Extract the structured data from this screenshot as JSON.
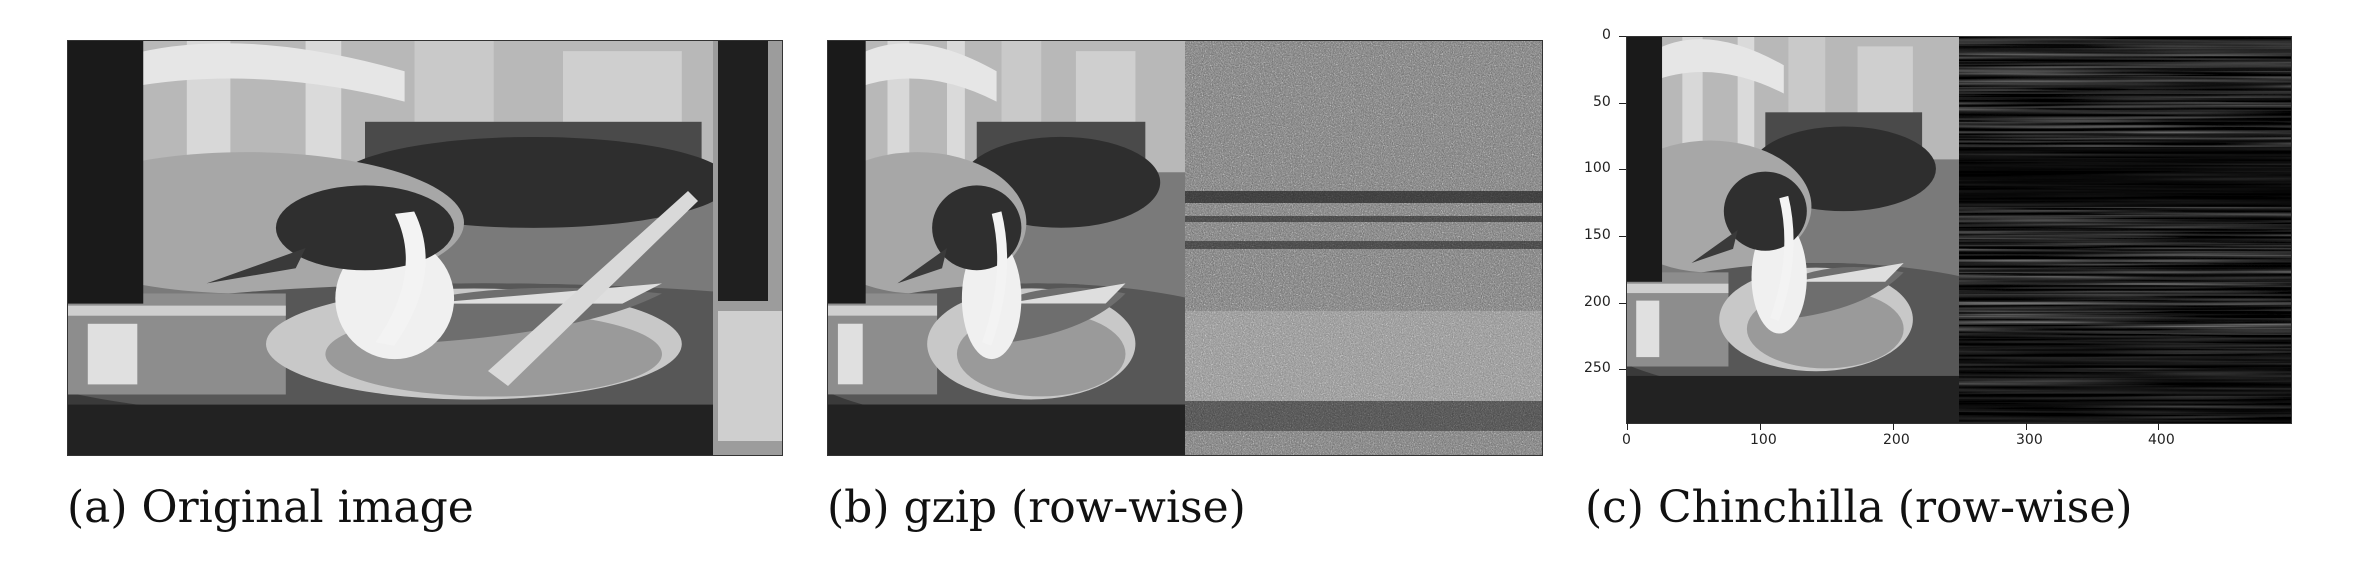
{
  "captions": {
    "a": "(a) Original image",
    "b": "(b) gzip (row-wise)",
    "c": "(c) Chinchilla (row-wise)"
  },
  "axes_c": {
    "y_ticks": [
      "0",
      "50",
      "100",
      "150",
      "200",
      "250"
    ],
    "x_ticks": [
      "0",
      "100",
      "200",
      "300",
      "400"
    ]
  },
  "colors": {
    "background": "#ffffff",
    "frame": "#333333"
  }
}
